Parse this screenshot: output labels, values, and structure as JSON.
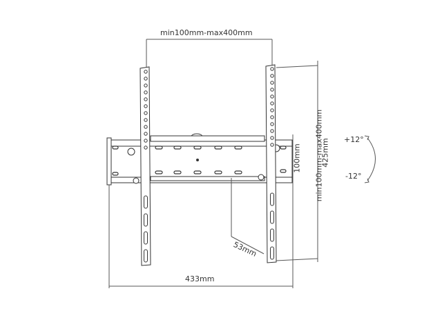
{
  "title": "TV wall mount dimensions",
  "labels": {
    "vesa_width": "min100mm-max400mm",
    "vesa_height": "min100mm-max400mm",
    "plate_height": "100mm",
    "total_height": "425mm",
    "tilt_up": "+12°",
    "tilt_down": "-12°",
    "depth": "53mm",
    "total_width": "433mm"
  },
  "colors": {
    "line": "#333333",
    "background": "#ffffff"
  }
}
